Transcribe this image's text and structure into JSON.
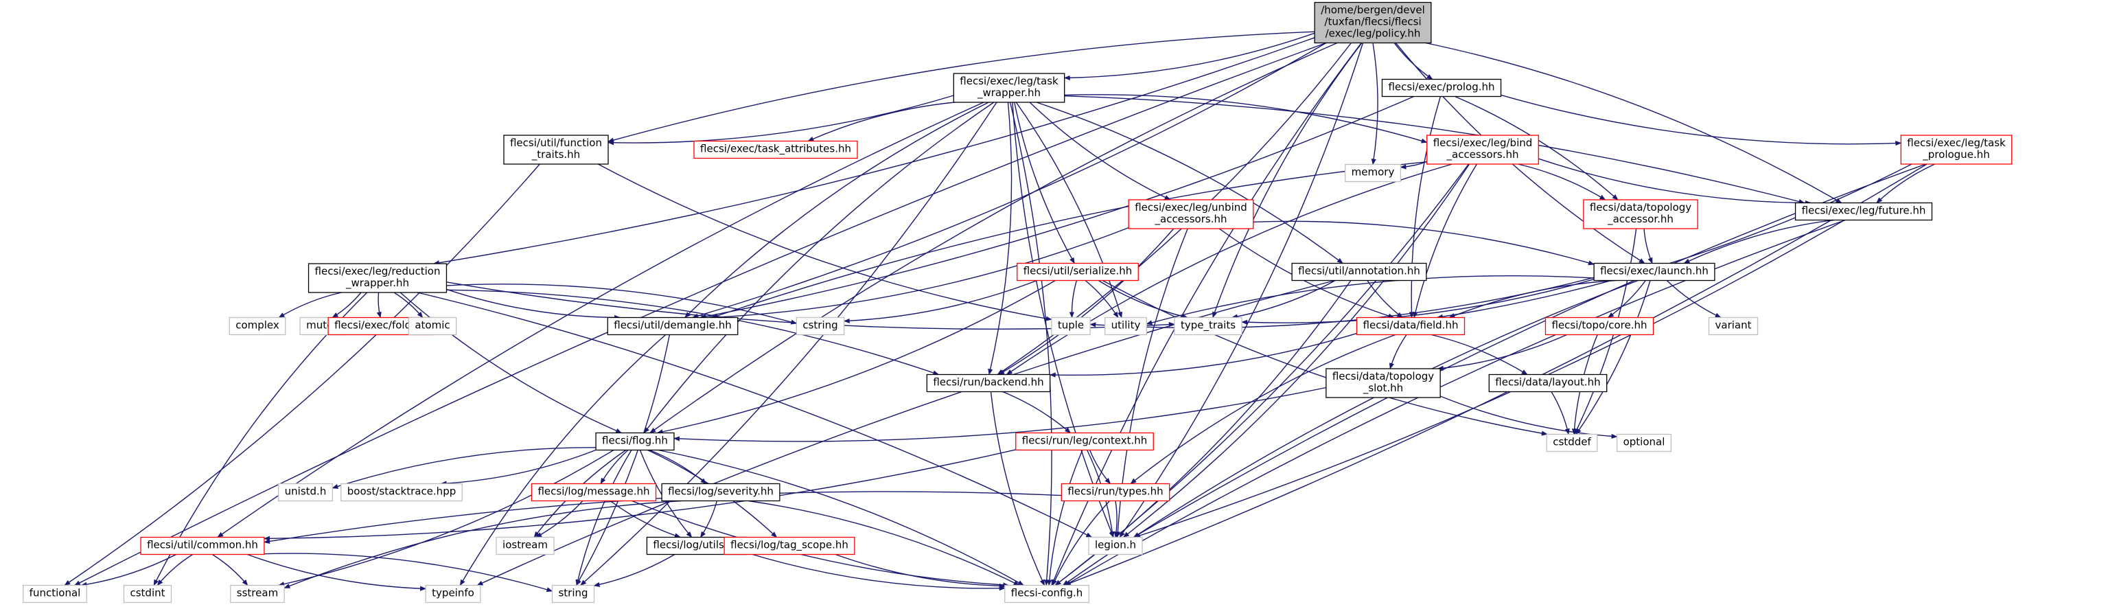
{
  "colors": {
    "edge": "#191970",
    "root_fill": "#bfbfbf",
    "normal_border": "#000000",
    "truncated_border": "#ff0000",
    "external_border": "#bfbfbf",
    "text": "#000000",
    "truncated_text": "#a00000"
  },
  "nodes": [
    {
      "id": "policy",
      "kind": "root",
      "lines": [
        "/home/bergen/devel",
        "/tuxfan/flecsi/flecsi",
        "/exec/leg/policy.hh"
      ]
    },
    {
      "id": "task_wrapper",
      "kind": "normal",
      "lines": [
        "flecsi/exec/leg/task",
        "_wrapper.hh"
      ]
    },
    {
      "id": "prolog",
      "kind": "normal",
      "lines": [
        "flecsi/exec/prolog.hh"
      ]
    },
    {
      "id": "function_traits",
      "kind": "normal",
      "lines": [
        "flecsi/util/function",
        "_traits.hh"
      ]
    },
    {
      "id": "task_attributes",
      "kind": "truncated",
      "lines": [
        "flecsi/exec/task_attributes.hh"
      ]
    },
    {
      "id": "bind_accessors",
      "kind": "truncated",
      "lines": [
        "flecsi/exec/leg/bind",
        "_accessors.hh"
      ]
    },
    {
      "id": "task_prologue",
      "kind": "truncated",
      "lines": [
        "flecsi/exec/leg/task",
        "_prologue.hh"
      ]
    },
    {
      "id": "memory",
      "kind": "external",
      "lines": [
        "memory"
      ]
    },
    {
      "id": "topology_accessor",
      "kind": "truncated",
      "lines": [
        "flecsi/data/topology",
        "_accessor.hh"
      ]
    },
    {
      "id": "future",
      "kind": "normal",
      "lines": [
        "flecsi/exec/leg/future.hh"
      ]
    },
    {
      "id": "unbind_accessors",
      "kind": "truncated",
      "lines": [
        "flecsi/exec/leg/unbind",
        "_accessors.hh"
      ]
    },
    {
      "id": "reduction_wrapper",
      "kind": "normal",
      "lines": [
        "flecsi/exec/leg/reduction",
        "_wrapper.hh"
      ]
    },
    {
      "id": "serialize",
      "kind": "truncated",
      "lines": [
        "flecsi/util/serialize.hh"
      ]
    },
    {
      "id": "annotation",
      "kind": "normal",
      "lines": [
        "flecsi/util/annotation.hh"
      ]
    },
    {
      "id": "launch",
      "kind": "normal",
      "lines": [
        "flecsi/exec/launch.hh"
      ]
    },
    {
      "id": "complex",
      "kind": "external",
      "lines": [
        "complex"
      ]
    },
    {
      "id": "mutex",
      "kind": "external",
      "lines": [
        "mutex"
      ]
    },
    {
      "id": "fold",
      "kind": "truncated",
      "lines": [
        "flecsi/exec/fold.hh"
      ]
    },
    {
      "id": "atomic",
      "kind": "external",
      "lines": [
        "atomic"
      ]
    },
    {
      "id": "demangle",
      "kind": "normal",
      "lines": [
        "flecsi/util/demangle.hh"
      ]
    },
    {
      "id": "cstring",
      "kind": "external",
      "lines": [
        "cstring"
      ]
    },
    {
      "id": "tuple",
      "kind": "external",
      "lines": [
        "tuple"
      ]
    },
    {
      "id": "utility",
      "kind": "external",
      "lines": [
        "utility"
      ]
    },
    {
      "id": "type_traits",
      "kind": "external",
      "lines": [
        "type_traits"
      ]
    },
    {
      "id": "field",
      "kind": "truncated",
      "lines": [
        "flecsi/data/field.hh"
      ]
    },
    {
      "id": "topo_core",
      "kind": "truncated",
      "lines": [
        "flecsi/topo/core.hh"
      ]
    },
    {
      "id": "variant",
      "kind": "external",
      "lines": [
        "variant"
      ]
    },
    {
      "id": "backend",
      "kind": "normal",
      "lines": [
        "flecsi/run/backend.hh"
      ]
    },
    {
      "id": "topology_slot",
      "kind": "normal",
      "lines": [
        "flecsi/data/topology",
        "_slot.hh"
      ]
    },
    {
      "id": "layout",
      "kind": "normal",
      "lines": [
        "flecsi/data/layout.hh"
      ]
    },
    {
      "id": "cstddef",
      "kind": "external",
      "lines": [
        "cstddef"
      ]
    },
    {
      "id": "optional",
      "kind": "external",
      "lines": [
        "optional"
      ]
    },
    {
      "id": "flog",
      "kind": "normal",
      "lines": [
        "flecsi/flog.hh"
      ]
    },
    {
      "id": "context",
      "kind": "truncated",
      "lines": [
        "flecsi/run/leg/context.hh"
      ]
    },
    {
      "id": "unistd",
      "kind": "external",
      "lines": [
        "unistd.h"
      ]
    },
    {
      "id": "stacktrace",
      "kind": "external",
      "lines": [
        "boost/stacktrace.hpp"
      ]
    },
    {
      "id": "message",
      "kind": "truncated",
      "lines": [
        "flecsi/log/message.hh"
      ]
    },
    {
      "id": "severity",
      "kind": "normal",
      "lines": [
        "flecsi/log/severity.hh"
      ]
    },
    {
      "id": "run_types",
      "kind": "truncated",
      "lines": [
        "flecsi/run/types.hh"
      ]
    },
    {
      "id": "iostream",
      "kind": "external",
      "lines": [
        "iostream"
      ]
    },
    {
      "id": "log_utils",
      "kind": "normal",
      "lines": [
        "flecsi/log/utils.hh"
      ]
    },
    {
      "id": "common",
      "kind": "truncated",
      "lines": [
        "flecsi/util/common.hh"
      ]
    },
    {
      "id": "tag_scope",
      "kind": "truncated",
      "lines": [
        "flecsi/log/tag_scope.hh"
      ]
    },
    {
      "id": "legion",
      "kind": "external",
      "lines": [
        "legion.h"
      ]
    },
    {
      "id": "functional",
      "kind": "external",
      "lines": [
        "functional"
      ]
    },
    {
      "id": "cstdint",
      "kind": "external",
      "lines": [
        "cstdint"
      ]
    },
    {
      "id": "sstream",
      "kind": "external",
      "lines": [
        "sstream"
      ]
    },
    {
      "id": "typeinfo",
      "kind": "external",
      "lines": [
        "typeinfo"
      ]
    },
    {
      "id": "string",
      "kind": "external",
      "lines": [
        "string"
      ]
    },
    {
      "id": "config",
      "kind": "external",
      "lines": [
        "flecsi-config.h"
      ]
    }
  ],
  "edges": [
    [
      "policy",
      "task_wrapper"
    ],
    [
      "policy",
      "prolog"
    ],
    [
      "policy",
      "future"
    ],
    [
      "policy",
      "launch"
    ],
    [
      "policy",
      "reduction_wrapper"
    ],
    [
      "policy",
      "function_traits"
    ],
    [
      "policy",
      "demangle"
    ],
    [
      "policy",
      "flog"
    ],
    [
      "policy",
      "memory"
    ],
    [
      "policy",
      "type_traits"
    ],
    [
      "policy",
      "backend"
    ],
    [
      "policy",
      "functional"
    ],
    [
      "policy",
      "legion"
    ],
    [
      "policy",
      "config"
    ],
    [
      "task_wrapper",
      "function_traits"
    ],
    [
      "task_wrapper",
      "task_attributes"
    ],
    [
      "task_wrapper",
      "bind_accessors"
    ],
    [
      "task_wrapper",
      "unbind_accessors"
    ],
    [
      "task_wrapper",
      "future"
    ],
    [
      "task_wrapper",
      "serialize"
    ],
    [
      "task_wrapper",
      "annotation"
    ],
    [
      "task_wrapper",
      "demangle"
    ],
    [
      "task_wrapper",
      "backend"
    ],
    [
      "task_wrapper",
      "flog"
    ],
    [
      "task_wrapper",
      "utility"
    ],
    [
      "task_wrapper",
      "common"
    ],
    [
      "task_wrapper",
      "string"
    ],
    [
      "task_wrapper",
      "legion"
    ],
    [
      "task_wrapper",
      "config"
    ],
    [
      "prolog",
      "task_prologue"
    ],
    [
      "prolog",
      "topology_accessor"
    ],
    [
      "prolog",
      "field"
    ],
    [
      "prolog",
      "demangle"
    ],
    [
      "function_traits",
      "tuple"
    ],
    [
      "function_traits",
      "functional"
    ],
    [
      "bind_accessors",
      "future"
    ],
    [
      "bind_accessors",
      "topology_accessor"
    ],
    [
      "bind_accessors",
      "field"
    ],
    [
      "bind_accessors",
      "memory"
    ],
    [
      "bind_accessors",
      "demangle"
    ],
    [
      "bind_accessors",
      "legion"
    ],
    [
      "bind_accessors",
      "backend"
    ],
    [
      "bind_accessors",
      "config"
    ],
    [
      "task_prologue",
      "future"
    ],
    [
      "task_prologue",
      "field"
    ],
    [
      "task_prologue",
      "legion"
    ],
    [
      "task_prologue",
      "config"
    ],
    [
      "topology_accessor",
      "launch"
    ],
    [
      "topology_accessor",
      "cstddef"
    ],
    [
      "future",
      "launch"
    ],
    [
      "future",
      "legion"
    ],
    [
      "future",
      "config"
    ],
    [
      "unbind_accessors",
      "launch"
    ],
    [
      "unbind_accessors",
      "field"
    ],
    [
      "unbind_accessors",
      "demangle"
    ],
    [
      "unbind_accessors",
      "legion"
    ],
    [
      "unbind_accessors",
      "backend"
    ],
    [
      "reduction_wrapper",
      "complex"
    ],
    [
      "reduction_wrapper",
      "mutex"
    ],
    [
      "reduction_wrapper",
      "fold"
    ],
    [
      "reduction_wrapper",
      "atomic"
    ],
    [
      "reduction_wrapper",
      "demangle"
    ],
    [
      "reduction_wrapper",
      "cstring"
    ],
    [
      "reduction_wrapper",
      "type_traits"
    ],
    [
      "reduction_wrapper",
      "backend"
    ],
    [
      "reduction_wrapper",
      "flog"
    ],
    [
      "reduction_wrapper",
      "legion"
    ],
    [
      "reduction_wrapper",
      "cstdint"
    ],
    [
      "serialize",
      "cstring"
    ],
    [
      "serialize",
      "tuple"
    ],
    [
      "serialize",
      "utility"
    ],
    [
      "serialize",
      "type_traits"
    ],
    [
      "serialize",
      "flog"
    ],
    [
      "serialize",
      "cstddef"
    ],
    [
      "annotation",
      "type_traits"
    ],
    [
      "annotation",
      "field"
    ],
    [
      "annotation",
      "config"
    ],
    [
      "annotation",
      "typeinfo"
    ],
    [
      "launch",
      "tuple"
    ],
    [
      "launch",
      "utility"
    ],
    [
      "launch",
      "type_traits"
    ],
    [
      "launch",
      "field"
    ],
    [
      "launch",
      "topo_core"
    ],
    [
      "launch",
      "variant"
    ],
    [
      "launch",
      "cstddef"
    ],
    [
      "launch",
      "config"
    ],
    [
      "demangle",
      "string"
    ],
    [
      "demangle",
      "typeinfo"
    ],
    [
      "field",
      "backend"
    ],
    [
      "field",
      "topology_slot"
    ],
    [
      "field",
      "layout"
    ],
    [
      "field",
      "run_types"
    ],
    [
      "topo_core",
      "topology_slot"
    ],
    [
      "topo_core",
      "cstddef"
    ],
    [
      "backend",
      "context"
    ],
    [
      "backend",
      "config"
    ],
    [
      "topology_slot",
      "flog"
    ],
    [
      "topology_slot",
      "optional"
    ],
    [
      "layout",
      "cstddef"
    ],
    [
      "flog",
      "unistd"
    ],
    [
      "flog",
      "stacktrace"
    ],
    [
      "flog",
      "message"
    ],
    [
      "flog",
      "severity"
    ],
    [
      "flog",
      "log_utils"
    ],
    [
      "flog",
      "tag_scope"
    ],
    [
      "flog",
      "iostream"
    ],
    [
      "flog",
      "sstream"
    ],
    [
      "flog",
      "string"
    ],
    [
      "flog",
      "config"
    ],
    [
      "context",
      "run_types"
    ],
    [
      "context",
      "legion"
    ],
    [
      "context",
      "config"
    ],
    [
      "context",
      "common"
    ],
    [
      "message",
      "log_utils"
    ],
    [
      "message",
      "iostream"
    ],
    [
      "message",
      "config"
    ],
    [
      "severity",
      "log_utils"
    ],
    [
      "severity",
      "sstream"
    ],
    [
      "severity",
      "config"
    ],
    [
      "run_types",
      "common"
    ],
    [
      "run_types",
      "legion"
    ],
    [
      "run_types",
      "config"
    ],
    [
      "log_utils",
      "string"
    ],
    [
      "log_utils",
      "config"
    ],
    [
      "common",
      "functional"
    ],
    [
      "common",
      "cstdint"
    ],
    [
      "common",
      "sstream"
    ],
    [
      "common",
      "typeinfo"
    ],
    [
      "common",
      "string"
    ],
    [
      "tag_scope",
      "config"
    ]
  ]
}
